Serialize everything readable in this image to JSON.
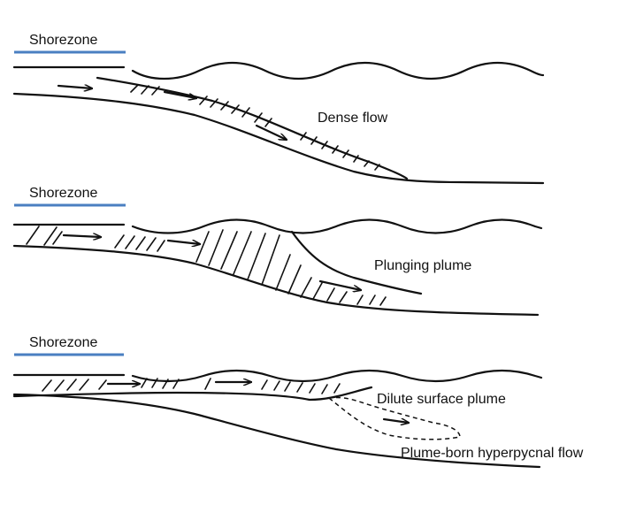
{
  "shorezone_label": "Shorezone",
  "colors": {
    "shorezone_bar": "#4a7fc1",
    "line": "#111111"
  },
  "panels": [
    {
      "flow_label": "Dense flow"
    },
    {
      "flow_label": "Plunging plume"
    },
    {
      "flow_label": "Dilute surface plume",
      "flow_label_2": "Plume-born hyperpycnal flow"
    }
  ]
}
